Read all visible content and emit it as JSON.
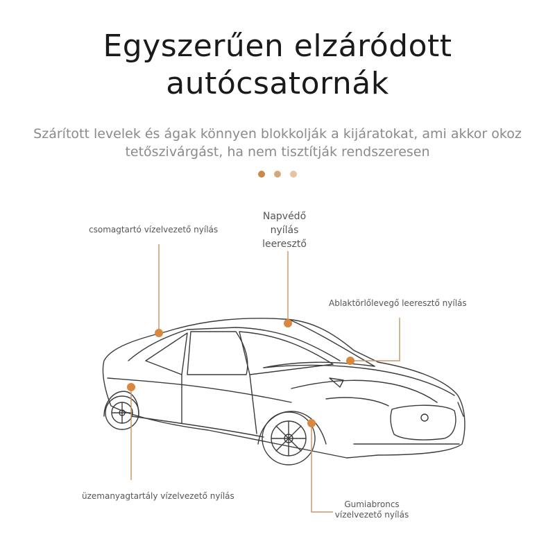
{
  "title_line1": "Egyszerűen elzáródott",
  "title_line2": "autócsatornák",
  "subtitle_line1": "Szárított levelek és ágak könnyen blokkolják a kijáratokat, ami akkor okoz",
  "subtitle_line2": "tetőszivárgást, ha nem tisztítják rendszeresen",
  "colors": {
    "dot1": "#c98a4e",
    "dot2": "#d9a77c",
    "dot3": "#e6c3a3",
    "marker": "#d8893f",
    "leader": "#c79a6c",
    "car_line": "#3a3a3a"
  },
  "labels": {
    "trunk": "csomagtartó vízelvezető nyílás",
    "sunroof_1": "Napvédő",
    "sunroof_2": "nyílás",
    "sunroof_3": "leeresztő",
    "wiper": "Ablaktörlőlevegő leeresztő nyílás",
    "fuel": "üzemanyagtartály vízelvezető nyílás",
    "tire_1": "Gumiabroncs",
    "tire_2": "vízelvezető nyílás"
  }
}
